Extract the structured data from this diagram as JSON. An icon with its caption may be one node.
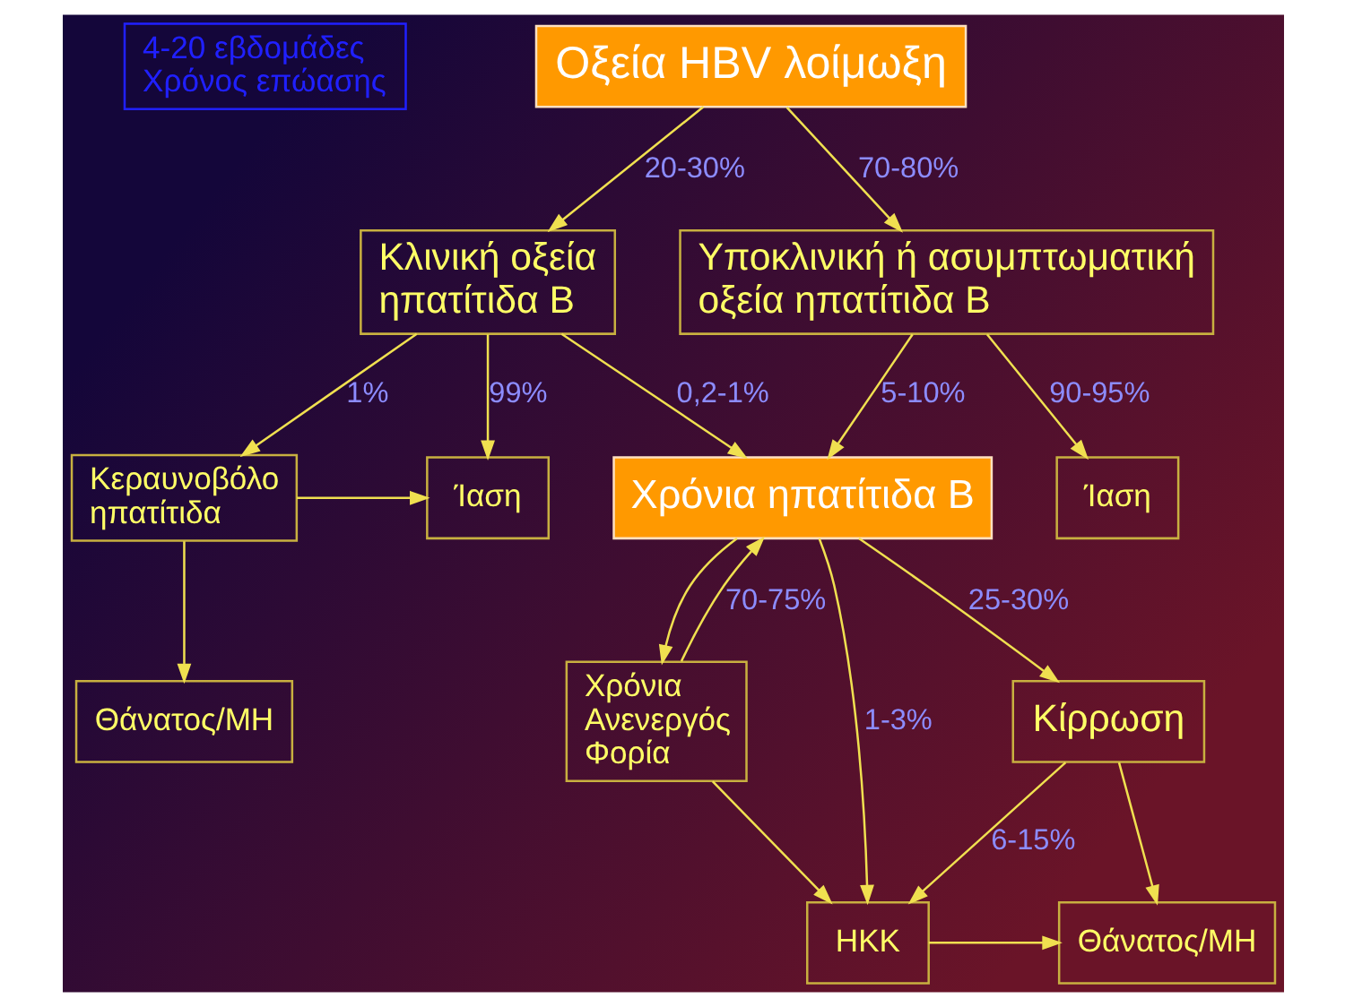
{
  "diagram": {
    "nodes": [
      {
        "text": [
          "4-20 εβδομάδες Χρόνος επώασης"
        ]
      },
      {
        "text": [
          "Οξεία HBV λοίμωξη"
        ]
      },
      {
        "text": [
          "Κλινική οξεία ηπατίτιδα Β"
        ]
      },
      {
        "text": [
          "Υποκλινική ή ασυμπτωματική οξεία ηπατίτιδα Β"
        ]
      },
      {
        "text": [
          "Ίαση"
        ]
      },
      {
        "text": [
          "Κεραυνοβόλο ηπατίτιδα"
        ]
      },
      {
        "text": [
          "Χρόνια ηπατίτιδα Β"
        ]
      },
      {
        "text": [
          "Ίαση"
        ]
      },
      {
        "text": [
          "Θάνατος/ΜΗ"
        ]
      },
      {
        "text": [
          "Κίρρωση"
        ]
      },
      {
        "text": [
          "Χρόνια Ανενεργός Φορία"
        ]
      },
      {
        "text": [
          "ΗΚΚ"
        ]
      },
      {
        "text": [
          "Θάνατος/ΜΗ"
        ]
      }
    ],
    "edges": [
      {
        "from": 1,
        "to": 2,
        "arrow": "to",
        "label": "20-30%"
      },
      {
        "from": 1,
        "to": 3,
        "arrow": "to",
        "label": "70-80%"
      },
      {
        "from": 2,
        "to": 4,
        "arrow": "to",
        "label": "99%"
      },
      {
        "from": 2,
        "to": 5,
        "arrow": "to",
        "label": "1%"
      },
      {
        "from": 2,
        "to": 6,
        "arrow": "to",
        "label": "0,2-1%"
      },
      {
        "from": 3,
        "to": 6,
        "arrow": "to",
        "label": "5-10%"
      },
      {
        "from": 3,
        "to": 7,
        "arrow": "to",
        "label": "90-95%"
      },
      {
        "from": 5,
        "to": 4,
        "arrow": "to"
      },
      {
        "from": 5,
        "to": 8,
        "arrow": "to"
      },
      {
        "from": 10,
        "to": 6,
        "arrow": "to",
        "label": "70-75%"
      },
      {
        "from": 6,
        "to": 10,
        "arrow": "to"
      },
      {
        "from": 6,
        "to": 11,
        "arrow": "to",
        "label": "1-3%"
      },
      {
        "from": 6,
        "to": 9,
        "arrow": "to",
        "label": "25-30%"
      },
      {
        "from": 9,
        "to": 11,
        "arrow": "to",
        "label": "6-15%"
      },
      {
        "from": 9,
        "to": 12,
        "arrow": "to"
      },
      {
        "from": 10,
        "to": 11,
        "arrow": "to"
      },
      {
        "from": 11,
        "to": 12,
        "arrow": "to"
      }
    ]
  }
}
